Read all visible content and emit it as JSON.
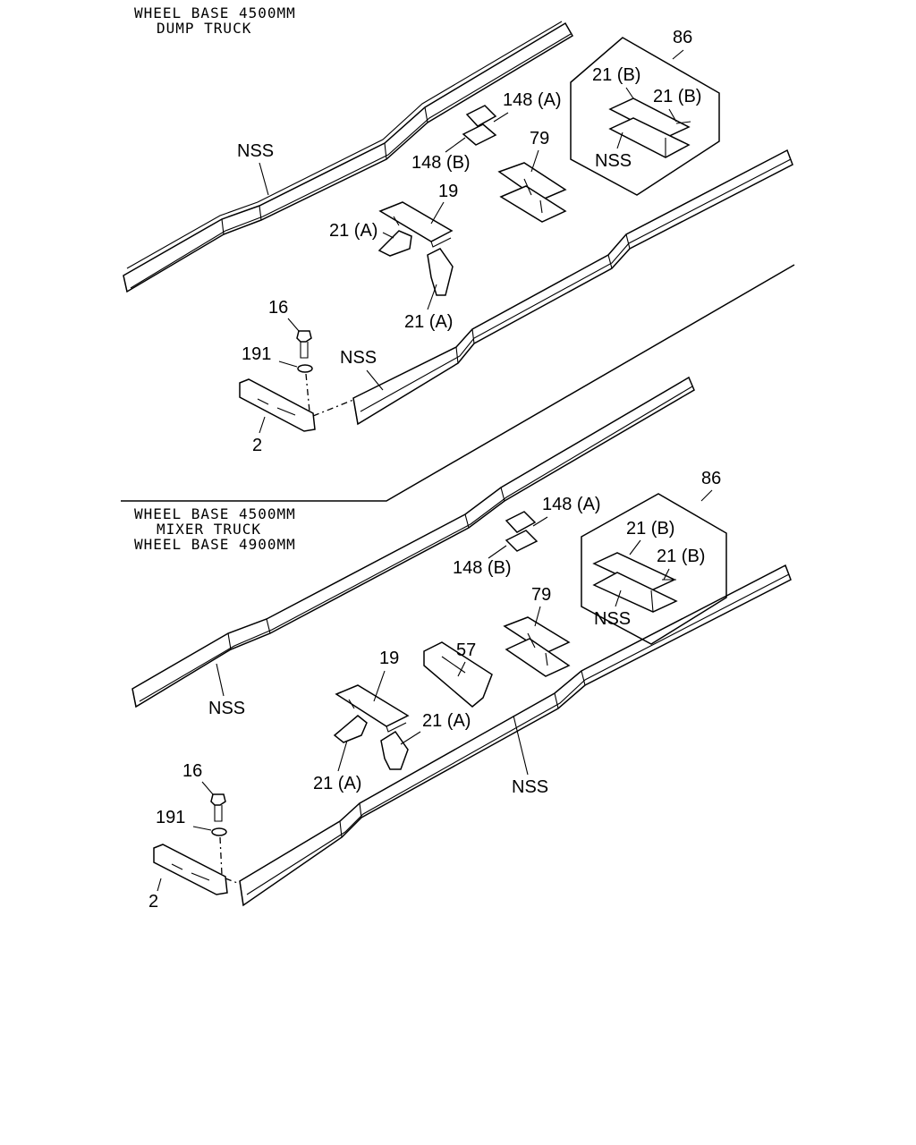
{
  "sections": [
    {
      "header": [
        "WHEEL BASE 4500MM",
        "DUMP TRUCK"
      ]
    },
    {
      "header": [
        "WHEEL BASE 4500MM",
        "MIXER TRUCK",
        "WHEEL BASE 4900MM"
      ]
    }
  ],
  "labels": {
    "s1_nss_left": "NSS",
    "s1_148a": "148 (A)",
    "s1_148b": "148 (B)",
    "s1_86": "86",
    "s1_21b_a": "21 (B)",
    "s1_21b_b": "21 (B)",
    "s1_nss_box": "NSS",
    "s1_79": "79",
    "s1_19": "19",
    "s1_21a_a": "21 (A)",
    "s1_21a_b": "21 (A)",
    "s1_16": "16",
    "s1_191": "191",
    "s1_nss_right": "NSS",
    "s1_2": "2",
    "s2_86": "86",
    "s2_148a": "148 (A)",
    "s2_148b": "148 (B)",
    "s2_21b_a": "21 (B)",
    "s2_21b_b": "21 (B)",
    "s2_nss_box": "NSS",
    "s2_57": "57",
    "s2_79": "79",
    "s2_19": "19",
    "s2_nss_left": "NSS",
    "s2_21a_a": "21 (A)",
    "s2_21a_b": "21 (A)",
    "s2_nss_right": "NSS",
    "s2_16": "16",
    "s2_191": "191",
    "s2_2": "2"
  }
}
